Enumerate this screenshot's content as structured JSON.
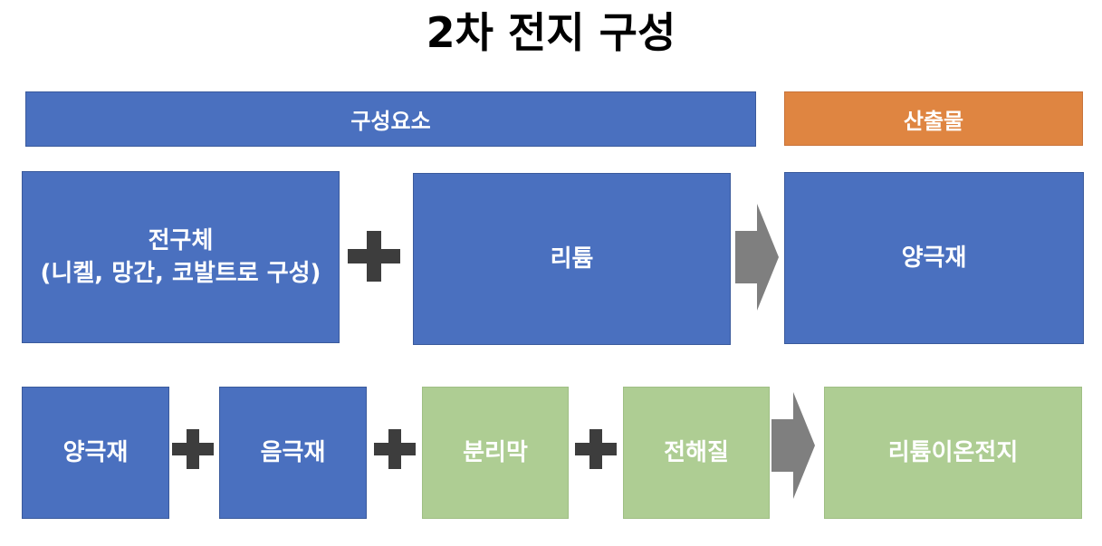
{
  "title": "2차 전지 구성",
  "headers": {
    "components": "구성요소",
    "output": "산출물"
  },
  "row1": {
    "precursor_line1": "전구체",
    "precursor_line2": "(니켈, 망간, 코발트로 구성)",
    "lithium": "리튬",
    "result": "양극재"
  },
  "row2": {
    "cathode": "양극재",
    "anode": "음극재",
    "separator": "분리막",
    "electrolyte": "전해질",
    "result": "리튬이온전지"
  },
  "colors": {
    "blue": "#4a70bf",
    "orange": "#df8541",
    "green": "#aecd93",
    "plus": "#3d3d3d",
    "arrow": "#7f7f7f"
  },
  "icons": [
    "plus-icon",
    "arrow-right-icon"
  ]
}
